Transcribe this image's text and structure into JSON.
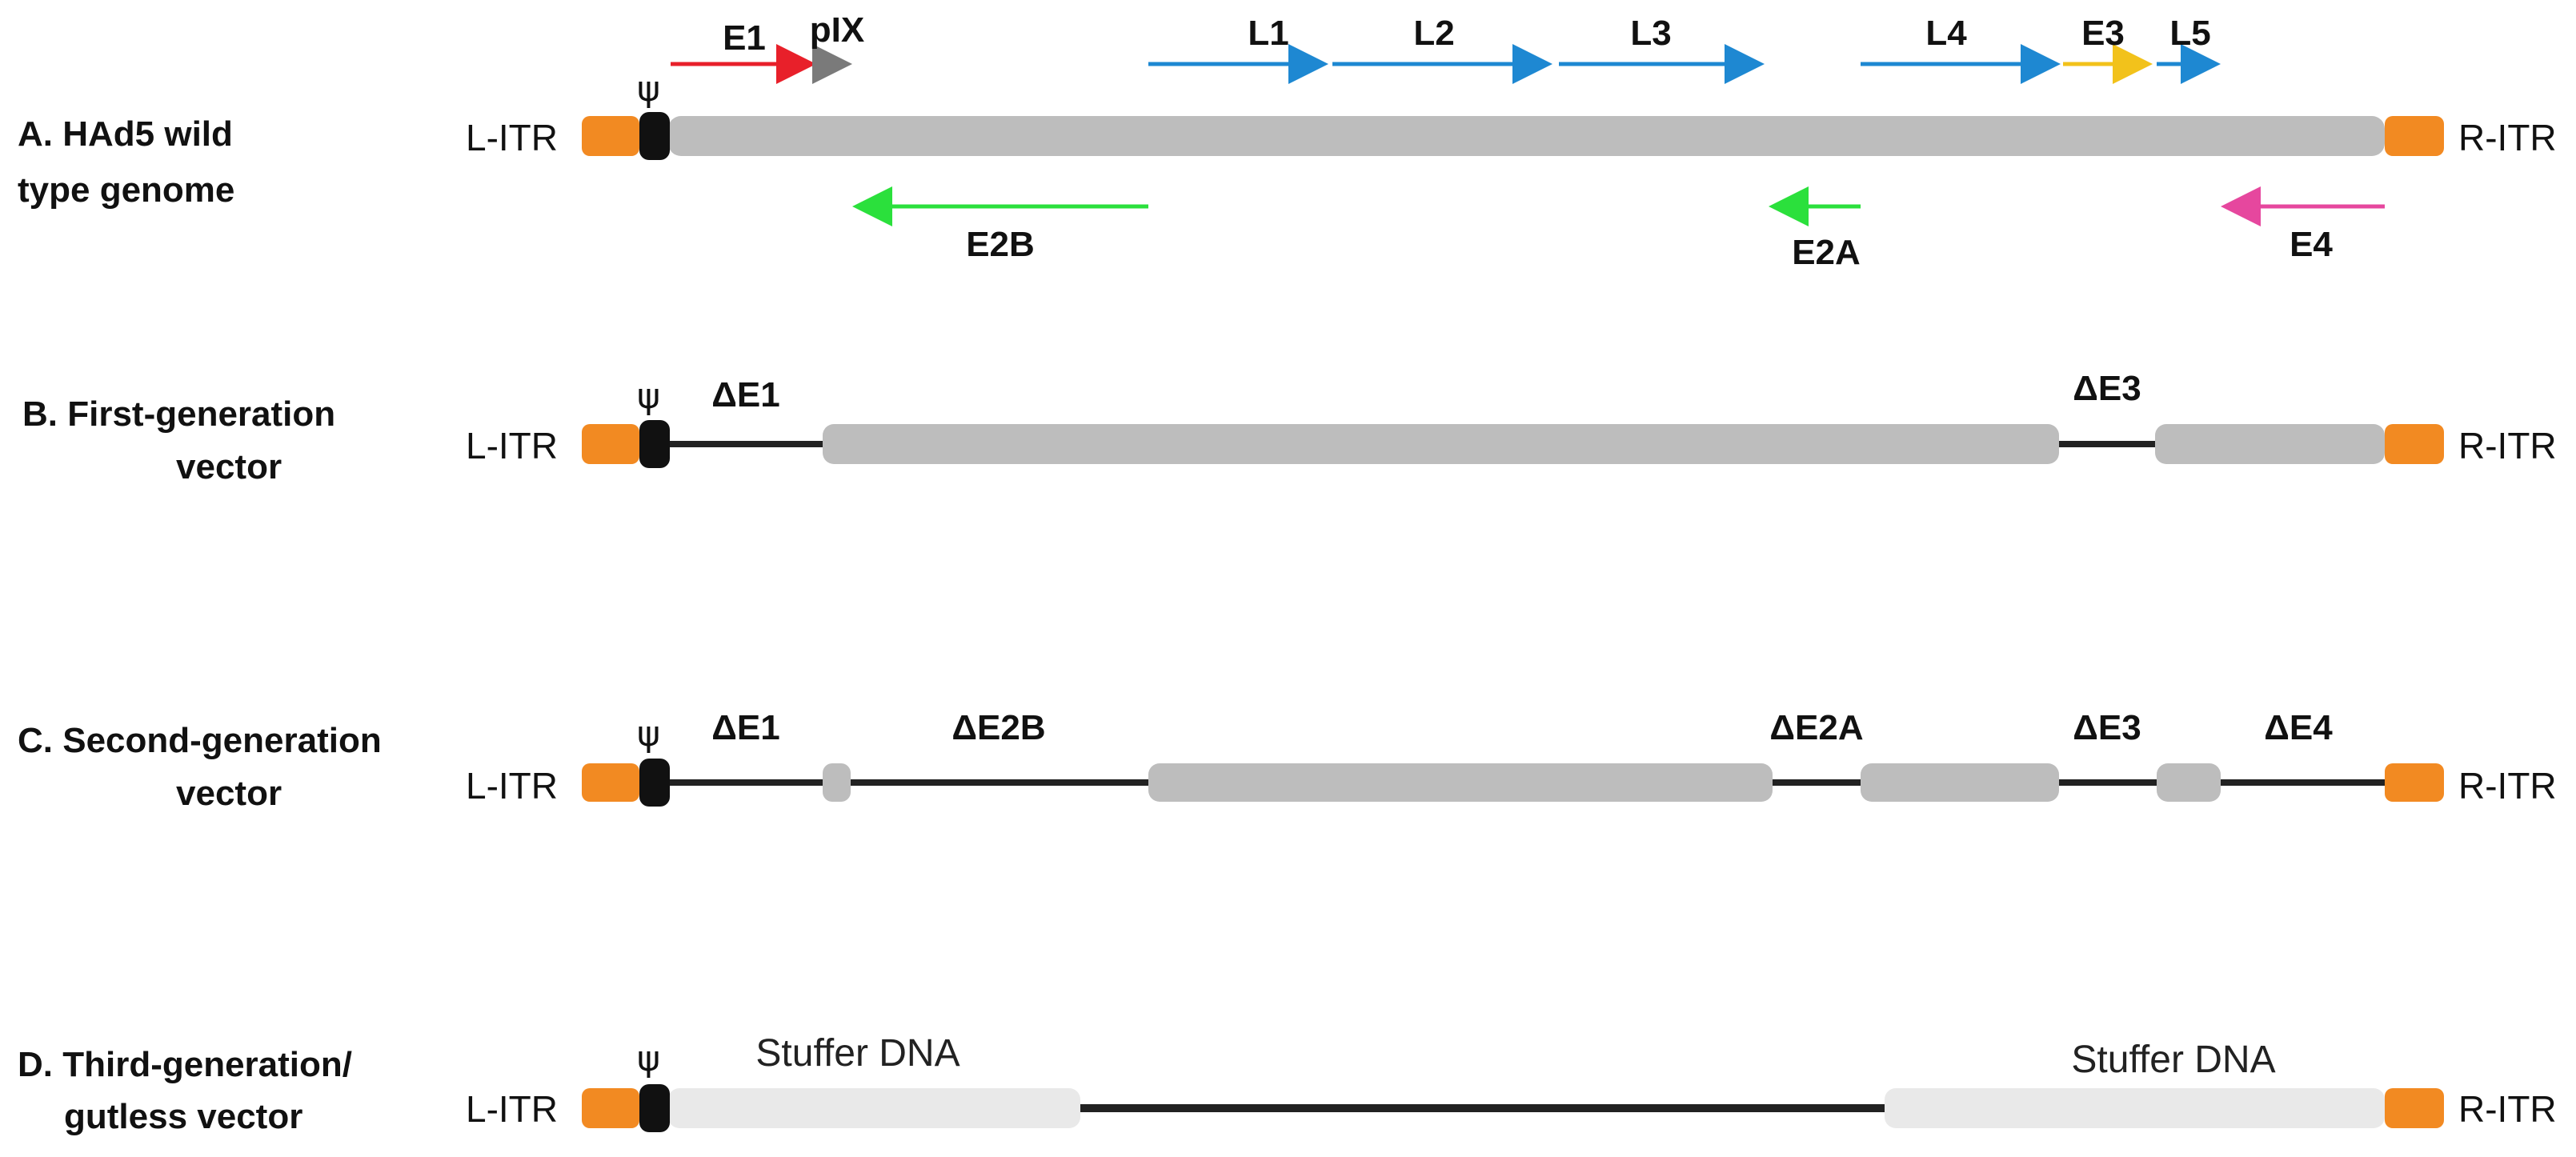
{
  "colors": {
    "itr": "#F28A22",
    "psi_box": "#111111",
    "genome": "#BDBDBD",
    "stuffer": "#E9E9E9",
    "deleted_line": "#222222",
    "E1": "#E8202A",
    "pIX": "#7A7A7A",
    "late": "#1E88D2",
    "E3": "#F2C21B",
    "E2": "#2BE03C",
    "E4": "#E6479E"
  },
  "panels": {
    "a": {
      "title_line1": "A. HAd5 wild",
      "title_line2": "type genome",
      "left_itr": "L-ITR",
      "right_itr": "R-ITR",
      "psi": "ψ"
    },
    "b": {
      "title_line1": "B. First-generation",
      "title_line2": "vector",
      "left_itr": "L-ITR",
      "right_itr": "R-ITR",
      "psi": "ψ"
    },
    "c": {
      "title_line1": "C. Second-generation",
      "title_line2": "vector",
      "left_itr": "L-ITR",
      "right_itr": "R-ITR",
      "psi": "ψ"
    },
    "d": {
      "title_line1": "D. Third-generation/",
      "title_line2": "gutless vector",
      "left_itr": "L-ITR",
      "right_itr": "R-ITR",
      "psi": "ψ"
    }
  },
  "transcripts": {
    "E1": "E1",
    "pIX": "pIX",
    "L1": "L1",
    "L2": "L2",
    "L3": "L3",
    "L4": "L4",
    "E3": "E3",
    "L5": "L5",
    "E2B": "E2B",
    "E2A": "E2A",
    "E4": "E4"
  },
  "deletions_b": {
    "dE1": "ΔE1",
    "dE3": "ΔE3"
  },
  "deletions_c": {
    "dE1": "ΔE1",
    "dE2B": "ΔE2B",
    "dE2A": "ΔE2A",
    "dE3": "ΔE3",
    "dE4": "ΔE4"
  },
  "stuffer": {
    "left": "Stuffer DNA",
    "right": "Stuffer DNA"
  }
}
